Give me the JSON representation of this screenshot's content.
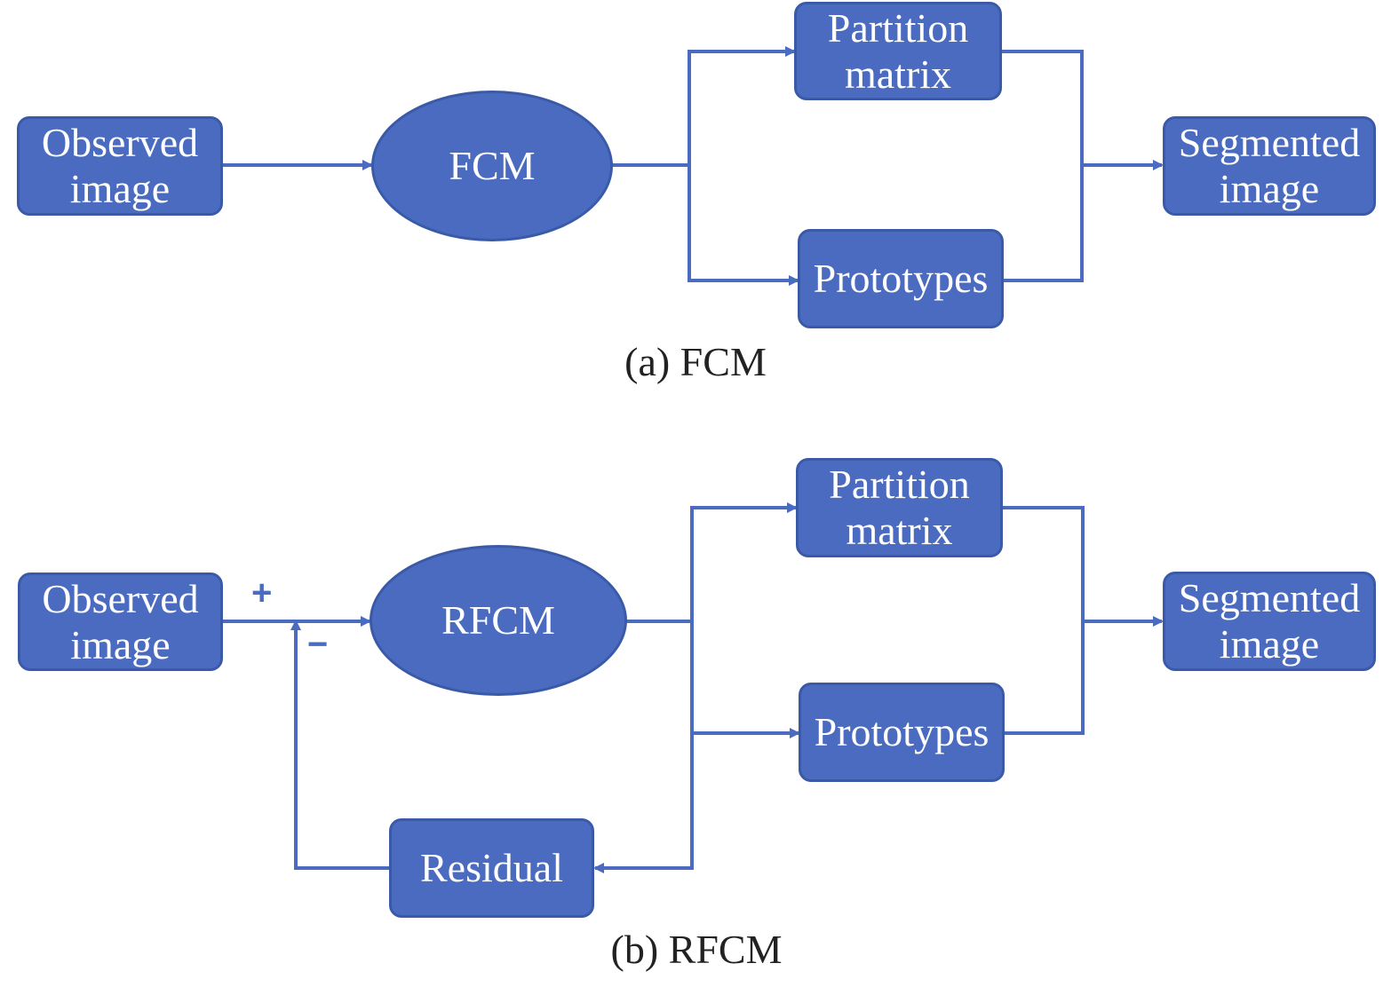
{
  "colors": {
    "node_fill": "#4a6bbf",
    "node_border": "#3a5aa8",
    "line": "#4a6bbf",
    "node_text": "#ffffff"
  },
  "panel_a": {
    "observed": "Observed image",
    "observed_l1": "Observed",
    "observed_l2": "image",
    "fcm": "FCM",
    "partition_l1": "Partition",
    "partition_l2": "matrix",
    "prototypes": "Prototypes",
    "segmented_l1": "Segmented",
    "segmented_l2": "image",
    "caption": "(a) FCM"
  },
  "panel_b": {
    "observed_l1": "Observed",
    "observed_l2": "image",
    "rfcm": "RFCM",
    "partition_l1": "Partition",
    "partition_l2": "matrix",
    "prototypes": "Prototypes",
    "segmented_l1": "Segmented",
    "segmented_l2": "image",
    "residual": "Residual",
    "plus": "+",
    "minus": "−",
    "caption": "(b) RFCM"
  }
}
